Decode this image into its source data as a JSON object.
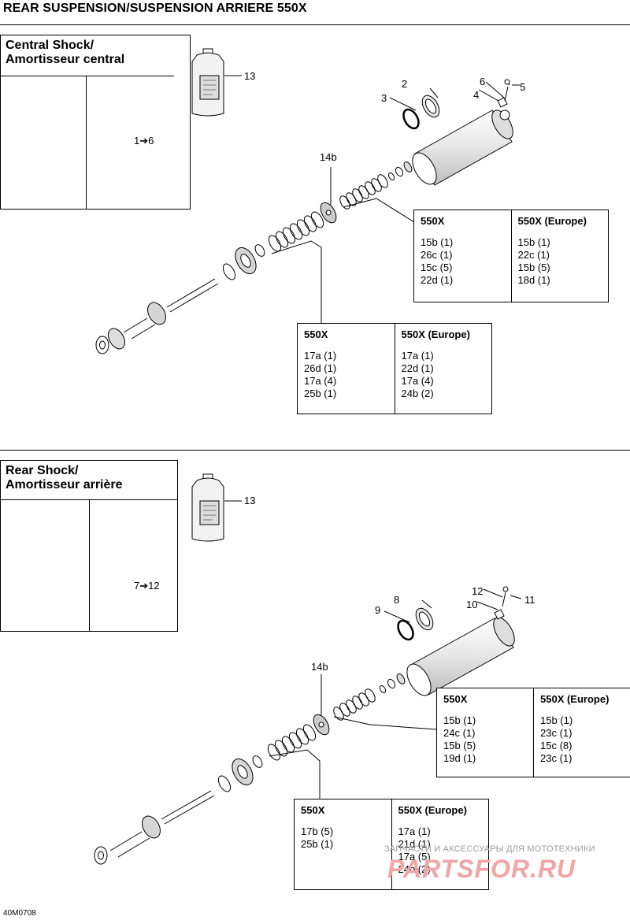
{
  "page": {
    "title": "REAR SUSPENSION/SUSPENSION ARRIERE 550X",
    "footer_code": "40M0708",
    "watermark_text": "ЗАПЧАСТИ И АКСЕССУАРЫ ДЛЯ МОТОТЕХНИКИ",
    "watermark_logo": "PARTSFOR.RU"
  },
  "sections": [
    {
      "heading_line1": "Central Shock/",
      "heading_line2": "Amortisseur central",
      "overview_label": "1➔6",
      "callouts": [
        "13",
        "2",
        "3",
        "4",
        "5",
        "6",
        "14b"
      ],
      "table_upper": {
        "col1": {
          "header": "550X",
          "rows": [
            "15b (1)",
            "26c (1)",
            "15c (5)",
            "22d (1)"
          ]
        },
        "col2": {
          "header": "550X (Europe)",
          "rows": [
            "15b (1)",
            "22c (1)",
            "15b (5)",
            "18d (1)"
          ]
        }
      },
      "table_lower": {
        "col1": {
          "header": "550X",
          "rows": [
            "17a (1)",
            "26d (1)",
            "17a (4)",
            "25b (1)"
          ]
        },
        "col2": {
          "header": "550X (Europe)",
          "rows": [
            "17a (1)",
            "22d (1)",
            "17a (4)",
            "24b (2)"
          ]
        }
      }
    },
    {
      "heading_line1": "Rear Shock/",
      "heading_line2": "Amortisseur arrière",
      "overview_label": "7➔12",
      "callouts": [
        "13",
        "8",
        "9",
        "10",
        "11",
        "12",
        "14b"
      ],
      "table_upper": {
        "col1": {
          "header": "550X",
          "rows": [
            "15b (1)",
            "24c (1)",
            "15b (5)",
            "19d (1)"
          ]
        },
        "col2": {
          "header": "550X (Europe)",
          "rows": [
            "15b (1)",
            "23c (1)",
            "15c (8)",
            "23c (1)"
          ]
        }
      },
      "table_lower": {
        "col1": {
          "header": "550X",
          "rows": [
            "17b (5)",
            "25b (1)"
          ]
        },
        "col2": {
          "header": "550X (Europe)",
          "rows": [
            "17a (1)",
            "21d (1)",
            "17a (5)",
            "24b (2)"
          ]
        }
      }
    }
  ]
}
